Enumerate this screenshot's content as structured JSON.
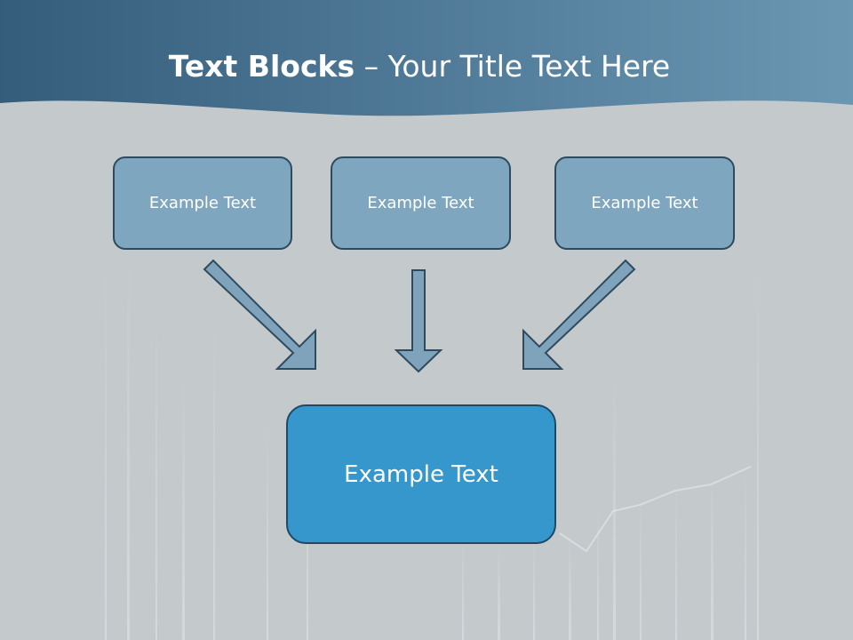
{
  "title": {
    "bold": "Text Blocks",
    "dash": " – ",
    "rest": "Your Title Text Here"
  },
  "boxes": {
    "left": "Example Text",
    "middle": "Example Text",
    "right": "Example Text",
    "bottom": "Example Text"
  },
  "colors": {
    "header": "#3f6a88",
    "small_box_fill": "#7ea6bf",
    "big_box_fill": "#3597cc",
    "arrow_fill": "#7fa3bb",
    "border": "#2e4a5e"
  }
}
